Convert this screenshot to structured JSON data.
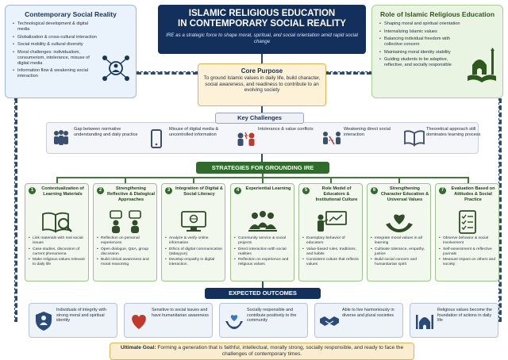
{
  "title": {
    "line1": "ISLAMIC RELIGIOUS EDUCATION",
    "line2": "IN CONTEMPORARY SOCIAL REALITY",
    "subtitle": "IRE as a strategic force to shape moral, spiritual, and social orientation amid rapid social change"
  },
  "left_panel": {
    "heading": "Contemporary Social Reality",
    "items": [
      "Technological development & digital media",
      "Globalization & cross-cultural interaction",
      "Social mobility & cultural diversity",
      "Moral challenges: individualism, consumerism, intolerance, misuse of digital media",
      "Information flow & weakening social interaction"
    ]
  },
  "right_panel": {
    "heading": "Role of Islamic Religious Education",
    "items": [
      "Shaping moral and spiritual orientation",
      "Internalizing Islamic values",
      "Balancing individual freedom with collective concern",
      "Maintaining moral identity stability",
      "Guiding students to be adaptive, reflective, and socially responsible"
    ]
  },
  "core_purpose": {
    "heading": "Core Purpose",
    "text": "To ground Islamic values in daily life, build character, social awareness, and readiness to contribute to an evolving society"
  },
  "key_challenges": {
    "label": "Key Challenges",
    "items": [
      {
        "text": "Gap between normative understanding and daily practice",
        "icon": "people-group-icon"
      },
      {
        "text": "Misuse of digital media & uncontrolled information",
        "icon": "smartphone-icon"
      },
      {
        "text": "Intolerance & value conflicts",
        "icon": "conflict-icon"
      },
      {
        "text": "Weakening direct social interaction",
        "icon": "disconnected-people-icon"
      },
      {
        "text": "Theoretical approach still dominates learning process",
        "icon": "open-book-icon"
      }
    ]
  },
  "strategies": {
    "label": "STRATEGIES FOR GROUNDING IRE",
    "cards": [
      {
        "num": "1",
        "title": "Contextualization of Learning Materials",
        "icon": "book-magnifier-icon",
        "items": [
          "Link materials with real social issues",
          "Case studies, discussion of current phenomena",
          "Make religious values relevant to daily life"
        ]
      },
      {
        "num": "2",
        "title": "Strengthening Reflective & Dialogical Approaches",
        "icon": "dialogue-icon",
        "items": [
          "Reflection on personal experiences",
          "Open dialogue, Q&A, group discussion",
          "Build critical awareness and moral reasoning"
        ]
      },
      {
        "num": "3",
        "title": "Integration of Digital & Social Literacy",
        "icon": "monitor-network-icon",
        "items": [
          "Analyze & verify online information",
          "Ethics of digital communication (tabayyun)",
          "Develop empathy in digital interaction"
        ]
      },
      {
        "num": "4",
        "title": "Experiential Learning",
        "icon": "community-icon",
        "items": [
          "Community service & social projects",
          "Direct interaction with social realities",
          "Reflection on experience and religious values"
        ]
      },
      {
        "num": "5",
        "title": "Role Model of Educators & Institutional Culture",
        "icon": "teacher-board-icon",
        "items": [
          "Exemplary behavior of educators",
          "Value-based rules, traditions, and habits",
          "Consistent culture that reflects values"
        ]
      },
      {
        "num": "6",
        "title": "Strengthening Character Education & Universal Values",
        "icon": "heart-hands-icon",
        "items": [
          "Integrate moral values in all learning",
          "Cultivate tolerance, empathy, justice",
          "Build social concern and humanitarian spirit"
        ]
      },
      {
        "num": "7",
        "title": "Evaluation Based on Attitudes & Social Practice",
        "icon": "checklist-icon",
        "items": [
          "Observe behavior & social involvement",
          "Self-assessment & reflective journals",
          "Measure impact on others and society"
        ]
      }
    ]
  },
  "outcomes": {
    "label": "EXPECTED OUTCOMES",
    "items": [
      {
        "text": "Individuals of integrity with strong moral and spiritual identity",
        "icon": "person-shield-icon"
      },
      {
        "text": "Sensitive to social issues and have humanitarian awareness",
        "icon": "open-heart-icon"
      },
      {
        "text": "Socially responsible and contribute positively to the community",
        "icon": "hands-heart-icon"
      },
      {
        "text": "Able to live harmoniously in diverse and plural societies",
        "icon": "handshake-icon"
      },
      {
        "text": "Religious values become the foundation of actions in daily life",
        "icon": "mosque-icon"
      }
    ]
  },
  "ultimate_goal": {
    "label": "Ultimate Goal:",
    "text": "Forming a generation that is faithful, intellectual, morally strong, socially responsible, and ready to face the challenges of contemporary times."
  },
  "colors": {
    "navy": "#132f5c",
    "green": "#2f6b2a",
    "gold": "#e2b34f"
  }
}
